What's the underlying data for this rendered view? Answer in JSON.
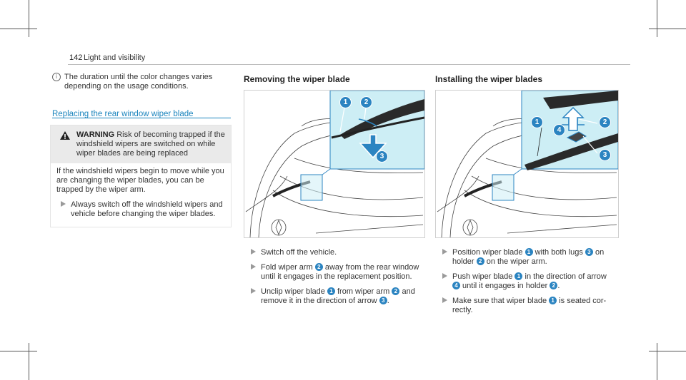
{
  "header": {
    "page_number": "142",
    "title": "Light and visibility"
  },
  "note": {
    "icon": "info-icon",
    "text": "The duration until the color changes varies depending on the usage conditions."
  },
  "section": {
    "title": "Replacing the rear window wiper blade",
    "warning": {
      "label": "WARNING",
      "text": "Risk of becoming trapped if the windshield wipers are switched on while wiper blades are being replaced",
      "body": "If the windshield wipers begin to move while you are changing the wiper blades, you can be trapped by the wiper arm.",
      "step": "Always switch off the windshield wipers and vehicle before changing the wiper blades."
    }
  },
  "removing": {
    "title": "Removing the wiper blade",
    "callouts": [
      "1",
      "2",
      "3"
    ],
    "steps": [
      {
        "parts": [
          "Switch off the vehicle."
        ]
      },
      {
        "parts": [
          "Fold wiper arm ",
          "2",
          " away from the rear window until it engages in the replacement position."
        ]
      },
      {
        "parts": [
          "Unclip wiper blade ",
          "1",
          " from wiper arm ",
          "2",
          " and remove it in the direction of arrow ",
          "3",
          "."
        ]
      }
    ]
  },
  "installing": {
    "title": "Installing the wiper blades",
    "callouts": [
      "1",
      "2",
      "3",
      "4"
    ],
    "steps": [
      {
        "parts": [
          "Position wiper blade ",
          "1",
          " with both lugs ",
          "3",
          " on holder ",
          "2",
          " on the wiper arm."
        ]
      },
      {
        "parts": [
          "Push wiper blade ",
          "1",
          " in the direction of arrow ",
          "4",
          " until it engages in holder ",
          "2",
          "."
        ]
      },
      {
        "parts": [
          "Make sure that wiper blade ",
          "1",
          " is seated cor- rectly."
        ]
      }
    ]
  },
  "colors": {
    "accent": "#1a84bd",
    "badge": "#2b84c1",
    "panel": "#cdeef5"
  }
}
